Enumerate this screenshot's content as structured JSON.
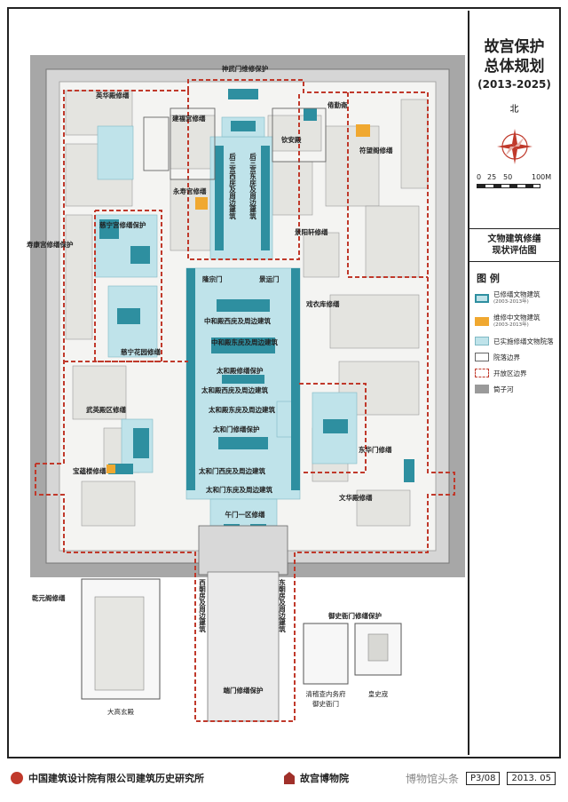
{
  "panel": {
    "title_line1": "故宫保护",
    "title_line2": "总体规划",
    "years": "(2013-2025)",
    "north": "北",
    "scale": [
      "0",
      "25",
      "50",
      "100M"
    ],
    "subtitle_line1": "文物建筑修缮",
    "subtitle_line2": "现状评估图",
    "legend_title": "图 例",
    "legend": [
      {
        "label": "已修缮文物建筑",
        "note": "(2003-2013年)",
        "color": "#2e8fa0"
      },
      {
        "label": "维修中文物建筑",
        "note": "(2003-2013年)",
        "color": "#f0a830"
      },
      {
        "label": "已实施修缮文物院落",
        "note": "",
        "color": "#bfe3ea"
      },
      {
        "label": "院落边界",
        "note": "",
        "color": "#666666"
      },
      {
        "label": "开放区边界",
        "note": "",
        "color": "#c0392b"
      },
      {
        "label": "筒子河",
        "note": "",
        "color": "#9a9a9a"
      }
    ]
  },
  "map": {
    "labels": {
      "shenwumen": "神武门维修保护",
      "yinghuadian": "英华殿修缮",
      "jianfugong": "建福宫修缮",
      "qinandian": "钦安殿",
      "yangxinzhai": "倦勤斋",
      "fuwangge": "符望阁修缮",
      "yongshougong": "永寿宫修缮",
      "housan_west": "后三宫西庑及周边建筑",
      "housan_east": "后三宫东庑及周边建筑",
      "cininggong": "慈宁宫修缮保护",
      "shoukanggong": "寿康宫修缮保护",
      "jingyangxuan": "景阳轩修缮",
      "longzongmen": "隆宗门",
      "jingyunmen": "景运门",
      "xiyuanku": "戏衣库修缮",
      "zhonghe_west": "中和殿西庑及周边建筑",
      "zhonghe_east": "中和殿东庑及周边建筑",
      "cininghuayuan": "慈宁花园修缮",
      "taihe_repair": "太和殿修缮保护",
      "taihe_west": "太和殿西庑及周边建筑",
      "taihe_east": "太和殿东庑及周边建筑",
      "taihemen": "太和门修缮保护",
      "wuyingdian": "武英殿区修缮",
      "donghuamen": "东华门修缮",
      "baoyunlou": "宝蕴楼修缮",
      "taihemen_west": "太和门西庑及周边建筑",
      "taihemen_east": "太和门东庑及周边建筑",
      "wenhuadian": "文华殿修缮",
      "wumen": "午门一区修缮",
      "qianyuange": "乾元阁修缮",
      "xichaofang": "西朝房及周边建筑",
      "dongchaofang": "东朝房及周边建筑",
      "duanmen": "端门修缮保护",
      "yushiyamen": "御史衙门修缮保护",
      "dagaoxuandian": "大高玄殿",
      "yushi_name1": "清稽查内务府",
      "yushi_name2": "御史衙门",
      "huangshicheng": "皇史宬"
    }
  },
  "footer": {
    "org": "中国建筑设计院有限公司建筑历史研究所",
    "museum": "故宫博物院",
    "watermark": "博物馆头条",
    "code": "P3/08",
    "date": "2013. 05"
  }
}
